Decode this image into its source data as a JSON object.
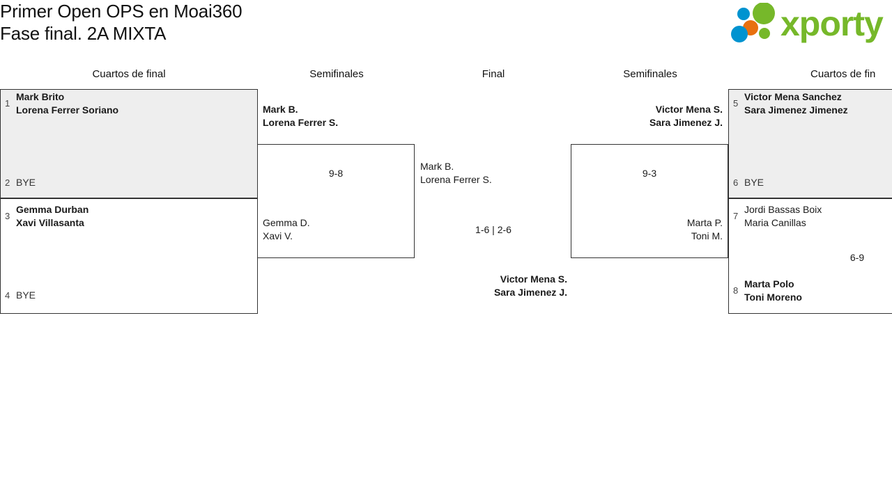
{
  "header": {
    "title_line1": "Primer Open OPS en Moai360",
    "title_line2": "Fase final. 2A MIXTA",
    "logo": {
      "name": "xporty-logo",
      "wordmark": "xporty",
      "green": "#76b82a",
      "blue": "#0093d0",
      "orange": "#e8700f"
    }
  },
  "rounds": [
    {
      "id": "qf-left",
      "label": "Cuartos de final"
    },
    {
      "id": "sf-left",
      "label": "Semifinales"
    },
    {
      "id": "final",
      "label": "Final"
    },
    {
      "id": "sf-right",
      "label": "Semifinales"
    },
    {
      "id": "qf-right",
      "label": "Cuartos de fin"
    }
  ],
  "matches": {
    "qf1": {
      "p1": {
        "seed": "1",
        "line1": "Mark Brito",
        "line2": "Lorena Ferrer Soriano",
        "winner": true
      },
      "p2": {
        "seed": "2",
        "line1": "BYE",
        "line2": "",
        "winner": false
      },
      "score": ""
    },
    "qf2": {
      "p1": {
        "seed": "3",
        "line1": "Gemma Durban",
        "line2": "Xavi Villasanta",
        "winner": true
      },
      "p2": {
        "seed": "4",
        "line1": "BYE",
        "line2": "",
        "winner": false
      },
      "score": ""
    },
    "qf3": {
      "p1": {
        "seed": "5",
        "line1": "Victor Mena Sanchez",
        "line2": "Sara Jimenez Jimenez",
        "winner": true
      },
      "p2": {
        "seed": "6",
        "line1": "BYE",
        "line2": "",
        "winner": false
      },
      "score": ""
    },
    "qf4": {
      "p1": {
        "seed": "7",
        "line1": "Jordi Bassas Boix",
        "line2": "Maria Canillas",
        "winner": false
      },
      "p2": {
        "seed": "8",
        "line1": "Marta Polo",
        "line2": "Toni Moreno",
        "winner": true
      },
      "score": "6-9"
    },
    "sf1": {
      "p1": {
        "line1": "Mark B.",
        "line2": "Lorena Ferrer S.",
        "winner": true
      },
      "p2": {
        "line1": "Gemma D.",
        "line2": "Xavi V.",
        "winner": false
      },
      "score": "9-8"
    },
    "sf2": {
      "p1": {
        "line1": "Victor Mena S.",
        "line2": "Sara Jimenez J.",
        "winner": true
      },
      "p2": {
        "line1": "Marta P.",
        "line2": "Toni M.",
        "winner": false
      },
      "score": "9-3"
    },
    "final": {
      "p1": {
        "line1": "Mark B.",
        "line2": "Lorena Ferrer S.",
        "winner": false
      },
      "p2": {
        "line1": "Victor Mena S.",
        "line2": "Sara Jimenez J.",
        "winner": true
      },
      "score": "1-6 | 2-6"
    }
  }
}
